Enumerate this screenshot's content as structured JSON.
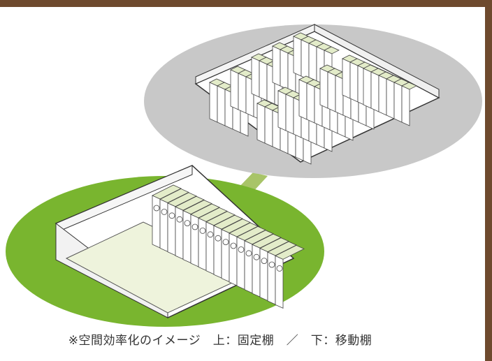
{
  "caption": "※空間効率化のイメージ　上：固定棚　／　下：移動棚",
  "colors": {
    "frame_border": "#6e4a2e",
    "upper_ellipse": "#c8c8c8",
    "lower_ellipse": "#79b52f",
    "floor_tint": "#eef3dc",
    "shelf_top": "#e3ecc9"
  },
  "icons": {
    "upper": "fixed-shelf-room",
    "lower": "mobile-shelf-room"
  }
}
